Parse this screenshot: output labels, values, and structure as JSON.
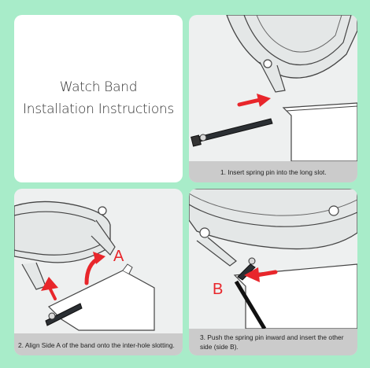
{
  "title": {
    "line1": "Watch Band",
    "line2": "Installation Instructions"
  },
  "steps": [
    {
      "caption": "1. Insert spring pin into the long slot."
    },
    {
      "caption": "2. Align Side A of the band onto the inter-hole slotting.",
      "marker": "A"
    },
    {
      "caption": "3. Push the spring pin inward and insert the other side (side B).",
      "marker": "B"
    }
  ],
  "colors": {
    "background": "#a8ecc9",
    "arrow": "#e8262b",
    "caption_bg": "#c8c8c8"
  }
}
